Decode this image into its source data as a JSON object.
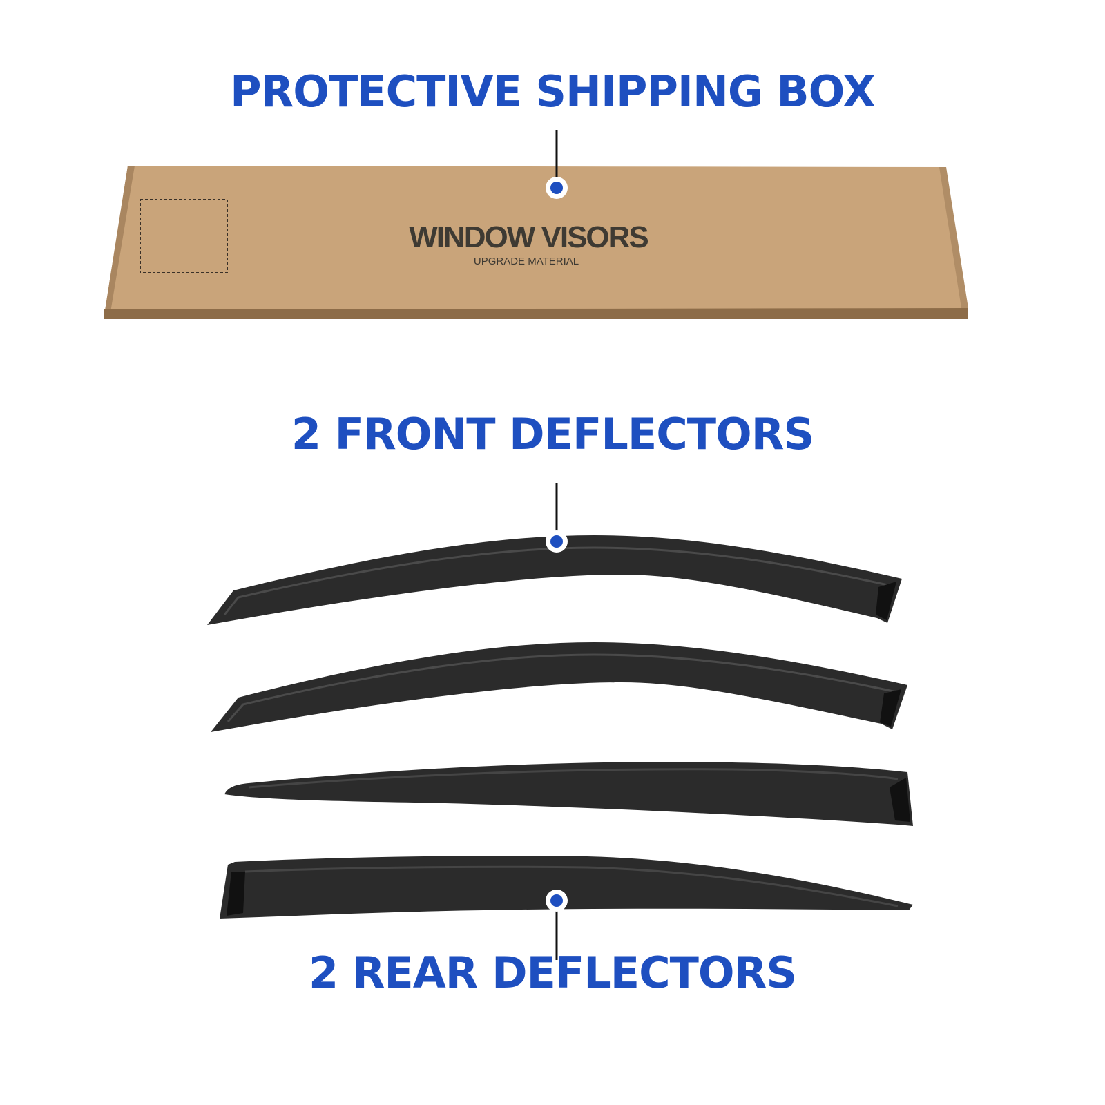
{
  "labels": {
    "box": "PROTECTIVE SHIPPING BOX",
    "front": "2 FRONT DEFLECTORS",
    "rear": "2 REAR DEFLECTORS"
  },
  "box": {
    "title": "WINDOW VISORS",
    "subtitle": "UPGRADE MATERIAL"
  },
  "colors": {
    "accent": "#1e4fc0",
    "cardboard": "#c9a47a",
    "visor": "#2b2b2b"
  }
}
